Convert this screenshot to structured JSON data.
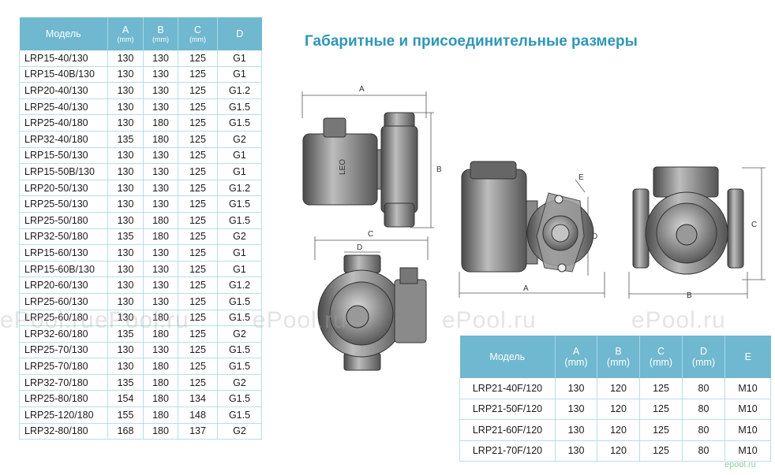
{
  "title": "Габаритные и присоединительные размеры",
  "left_table": {
    "headers": [
      {
        "label": "Модель",
        "unit": ""
      },
      {
        "label": "A",
        "unit": "(mm)"
      },
      {
        "label": "B",
        "unit": "(mm)"
      },
      {
        "label": "C",
        "unit": "(mm)"
      },
      {
        "label": "D",
        "unit": ""
      }
    ],
    "rows": [
      [
        "LRP15-40/130",
        "130",
        "130",
        "125",
        "G1"
      ],
      [
        "LRP15-40B/130",
        "130",
        "130",
        "125",
        "G1"
      ],
      [
        "LRP20-40/130",
        "130",
        "130",
        "125",
        "G1.2"
      ],
      [
        "LRP25-40/130",
        "130",
        "130",
        "125",
        "G1.5"
      ],
      [
        "LRP25-40/180",
        "130",
        "180",
        "125",
        "G1.5"
      ],
      [
        "LRP32-40/180",
        "135",
        "180",
        "125",
        "G2"
      ],
      [
        "LRP15-50/130",
        "130",
        "130",
        "125",
        "G1"
      ],
      [
        "LRP15-50B/130",
        "130",
        "130",
        "125",
        "G1"
      ],
      [
        "LRP20-50/130",
        "130",
        "130",
        "125",
        "G1.2"
      ],
      [
        "LRP25-50/130",
        "130",
        "130",
        "125",
        "G1.5"
      ],
      [
        "LRP25-50/180",
        "130",
        "180",
        "125",
        "G1.5"
      ],
      [
        "LRP32-50/180",
        "135",
        "180",
        "125",
        "G2"
      ],
      [
        "LRP15-60/130",
        "130",
        "130",
        "125",
        "G1"
      ],
      [
        "LRP15-60B/130",
        "130",
        "130",
        "125",
        "G1"
      ],
      [
        "LRP20-60/130",
        "130",
        "130",
        "125",
        "G1.2"
      ],
      [
        "LRP25-60/130",
        "130",
        "130",
        "125",
        "G1.5"
      ],
      [
        "LRP25-60/180",
        "130",
        "180",
        "125",
        "G1.5"
      ],
      [
        "LRP32-60/180",
        "135",
        "180",
        "125",
        "G2"
      ],
      [
        "LRP25-70/130",
        "130",
        "130",
        "125",
        "G1.5"
      ],
      [
        "LRP25-70/180",
        "130",
        "180",
        "125",
        "G1.5"
      ],
      [
        "LRP32-70/180",
        "135",
        "180",
        "125",
        "G2"
      ],
      [
        "LRP25-80/180",
        "154",
        "180",
        "134",
        "G1.5"
      ],
      [
        "LRP25-120/180",
        "155",
        "180",
        "148",
        "G1.5"
      ],
      [
        "LRP32-80/180",
        "168",
        "180",
        "137",
        "G2"
      ]
    ]
  },
  "right_table": {
    "headers": [
      {
        "label": "Модель",
        "unit": ""
      },
      {
        "label": "A",
        "unit": "(mm)"
      },
      {
        "label": "B",
        "unit": "(mm)"
      },
      {
        "label": "C",
        "unit": "(mm)"
      },
      {
        "label": "D",
        "unit": "(mm)"
      },
      {
        "label": "E",
        "unit": ""
      }
    ],
    "rows": [
      [
        "LRP21-40F/120",
        "130",
        "120",
        "125",
        "80",
        "M10"
      ],
      [
        "LRP21-50F/120",
        "130",
        "120",
        "125",
        "80",
        "M10"
      ],
      [
        "LRP21-60F/120",
        "130",
        "120",
        "125",
        "80",
        "M10"
      ],
      [
        "LRP21-70F/120",
        "130",
        "120",
        "125",
        "80",
        "M10"
      ]
    ]
  },
  "drawing_labels": {
    "a": "A",
    "b": "B",
    "c": "C",
    "d": "D",
    "e": "E",
    "pump_logo": "LEO"
  },
  "watermark": "ePool.ru",
  "corner_logo": "epool.ru",
  "colors": {
    "header_bg": "#6fb8cf",
    "title": "#2f97b7",
    "grid": "#b9dde8"
  }
}
